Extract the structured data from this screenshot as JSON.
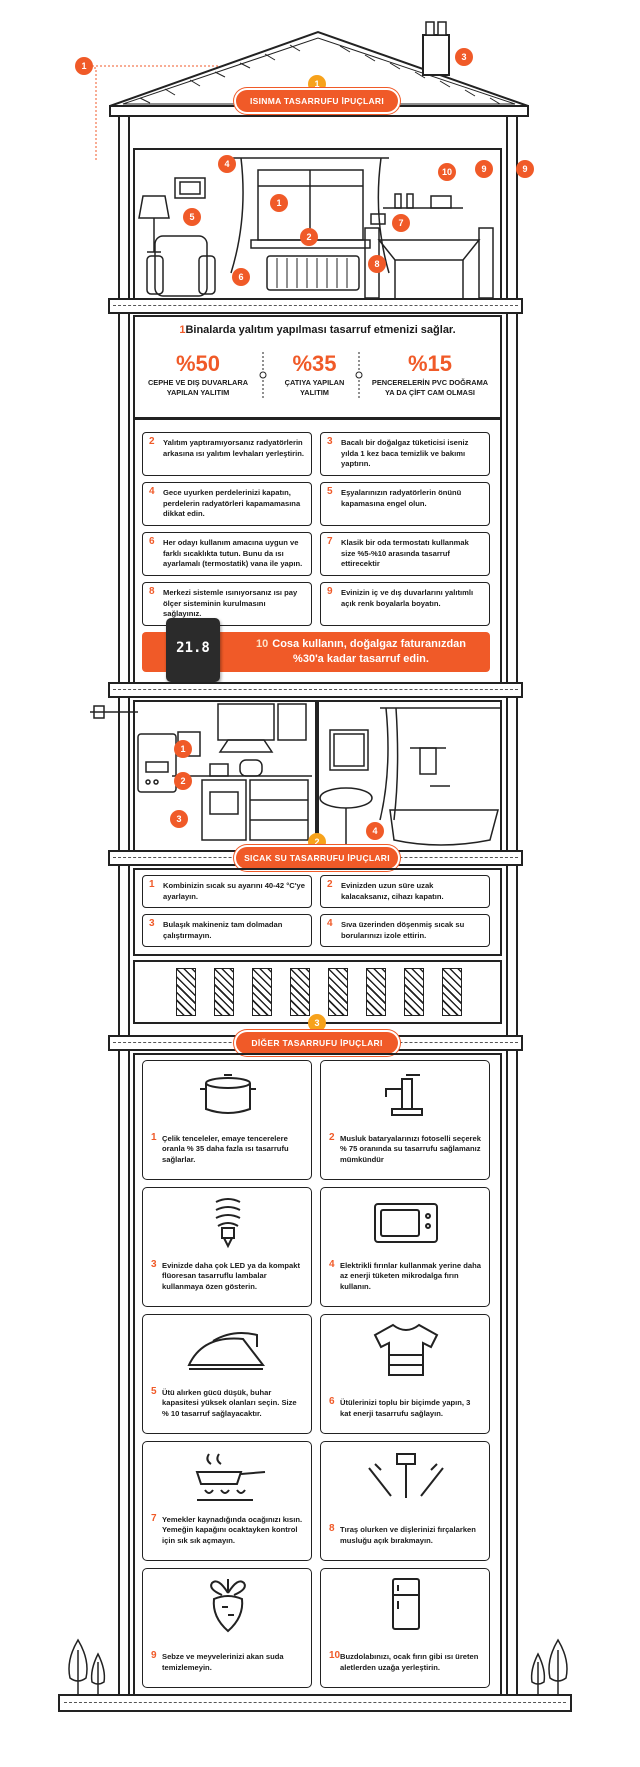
{
  "sections": {
    "heating": {
      "number": "1",
      "title": "ISINMA TASARRUFU İPUÇLARI"
    },
    "hotwater": {
      "number": "2",
      "title": "SICAK SU TASARRUFU İPUÇLARI"
    },
    "other": {
      "number": "3",
      "title": "DİĞER TASARRUFU İPUÇLARI"
    }
  },
  "insulation": {
    "number": "1",
    "headline": "Binalarda yalıtım yapılması tasarruf etmenizi sağlar.",
    "stats": [
      {
        "value": "%50",
        "label_1": "CEPHE VE DIŞ DUVARLARA",
        "label_2": "YAPILAN YALITIM"
      },
      {
        "value": "%35",
        "label_1": "ÇATIYA YAPILAN",
        "label_2": "YALITIM"
      },
      {
        "value": "%15",
        "label_1": "PENCERELERİN PVC DOĞRAMA",
        "label_2": "YA DA ÇİFT CAM OLMASI"
      }
    ]
  },
  "heating_tips": [
    {
      "n": "2",
      "text": "Yalıtım yaptıramıyorsanız radyatörlerin arkasına ısı yalıtım levhaları yerleştirin."
    },
    {
      "n": "3",
      "text": "Bacalı bir doğalgaz tüketicisi iseniz yılda 1 kez baca temizlik ve bakımı yaptırın."
    },
    {
      "n": "4",
      "text": "Gece uyurken perdelerinizi kapatın, perdelerin radyatörleri kapamamasına dikkat edin."
    },
    {
      "n": "5",
      "text": "Eşyalarınızın radyatörlerin önünü kapamasına engel olun."
    },
    {
      "n": "6",
      "text": "Her odayı kullanım amacına uygun ve farklı sıcaklıkta tutun. Bunu da ısı ayarlamalı (termostatik) vana ile yapın."
    },
    {
      "n": "7",
      "text": "Klasik bir oda termostatı kullanmak size %5-%10 arasında tasarruf ettirecektir"
    },
    {
      "n": "8",
      "text": "Merkezi sistemle ısınıyorsanız ısı pay ölçer sisteminin kurulmasını sağlayınız."
    },
    {
      "n": "9",
      "text": "Evinizin iç ve dış duvarlarını yalıtımlı açık renk boyalarla boyatın."
    }
  ],
  "cosa": {
    "n": "10",
    "line_1": "Cosa kullanın, doğalgaz faturanızdan",
    "line_2": "%30'a kadar tasarruf edin.",
    "display": "21.8"
  },
  "hotwater_tips": [
    {
      "n": "1",
      "text": "Kombinizin sıcak su ayarını 40-42 °C'ye ayarlayın."
    },
    {
      "n": "2",
      "text": "Evinizden uzun süre uzak kalacaksanız, cihazı kapatın."
    },
    {
      "n": "3",
      "text": "Bulaşık makineniz tam dolmadan çalıştırmayın."
    },
    {
      "n": "4",
      "text": "Sıva üzerinden döşenmiş sıcak su borularınızı izole ettirin."
    }
  ],
  "other_tips": [
    {
      "n": "1",
      "icon": "pot-icon",
      "text": "Çelik tenceleler, emaye tencerelere oranla % 35 daha fazla ısı tasarrufu sağlarlar."
    },
    {
      "n": "2",
      "icon": "faucet-icon",
      "text": "Musluk bataryalarınızı fotoselli seçerek % 75 oranında su tasarrufu sağlamanız mümkündür"
    },
    {
      "n": "3",
      "icon": "lightbulb-icon",
      "text": "Evinizde daha çok LED ya da kompakt flüoresan tasarruflu lambalar kullanmaya özen gösterin."
    },
    {
      "n": "4",
      "icon": "microwave-icon",
      "text": "Elektrikli fırınlar kullanmak yerine daha az enerji tüketen mikrodalga fırın kullanın."
    },
    {
      "n": "5",
      "icon": "iron-icon",
      "text": "Ütü alırken gücü düşük, buhar kapasitesi yüksek olanları seçin. Size % 10 tasarruf sağlayacaktır."
    },
    {
      "n": "6",
      "icon": "shirt-icon",
      "text": "Ütülerinizi toplu bir biçimde yapın, 3 kat enerji tasarrufu sağlayın."
    },
    {
      "n": "7",
      "icon": "stove-icon",
      "text": "Yemekler kaynadığında ocağınızı kısın. Yemeğin kapağını ocaktayken kontrol için sık sık açmayın."
    },
    {
      "n": "8",
      "icon": "razor-toothbrush-icon",
      "text": "Tıraş olurken ve dişlerinizi fırçalarken musluğu açık bırakmayın."
    },
    {
      "n": "9",
      "icon": "vegetable-icon",
      "text": "Sebze ve meyvelerinizi akan suda temizlemeyin."
    },
    {
      "n": "10",
      "icon": "fridge-icon",
      "text": "Buzdolabınızı, ocak fırın gibi ısı üreten aletlerden uzağa yerleştirin."
    }
  ],
  "markers": {
    "roof": [
      "1",
      "3"
    ],
    "room": [
      "4",
      "1",
      "2",
      "5",
      "6",
      "8",
      "7",
      "10",
      "9",
      "9"
    ],
    "kitchen": [
      "1",
      "2",
      "3",
      "4"
    ]
  },
  "colors": {
    "accent": "#f05a28",
    "accent_yellow": "#f7a21b",
    "line": "#222222"
  }
}
